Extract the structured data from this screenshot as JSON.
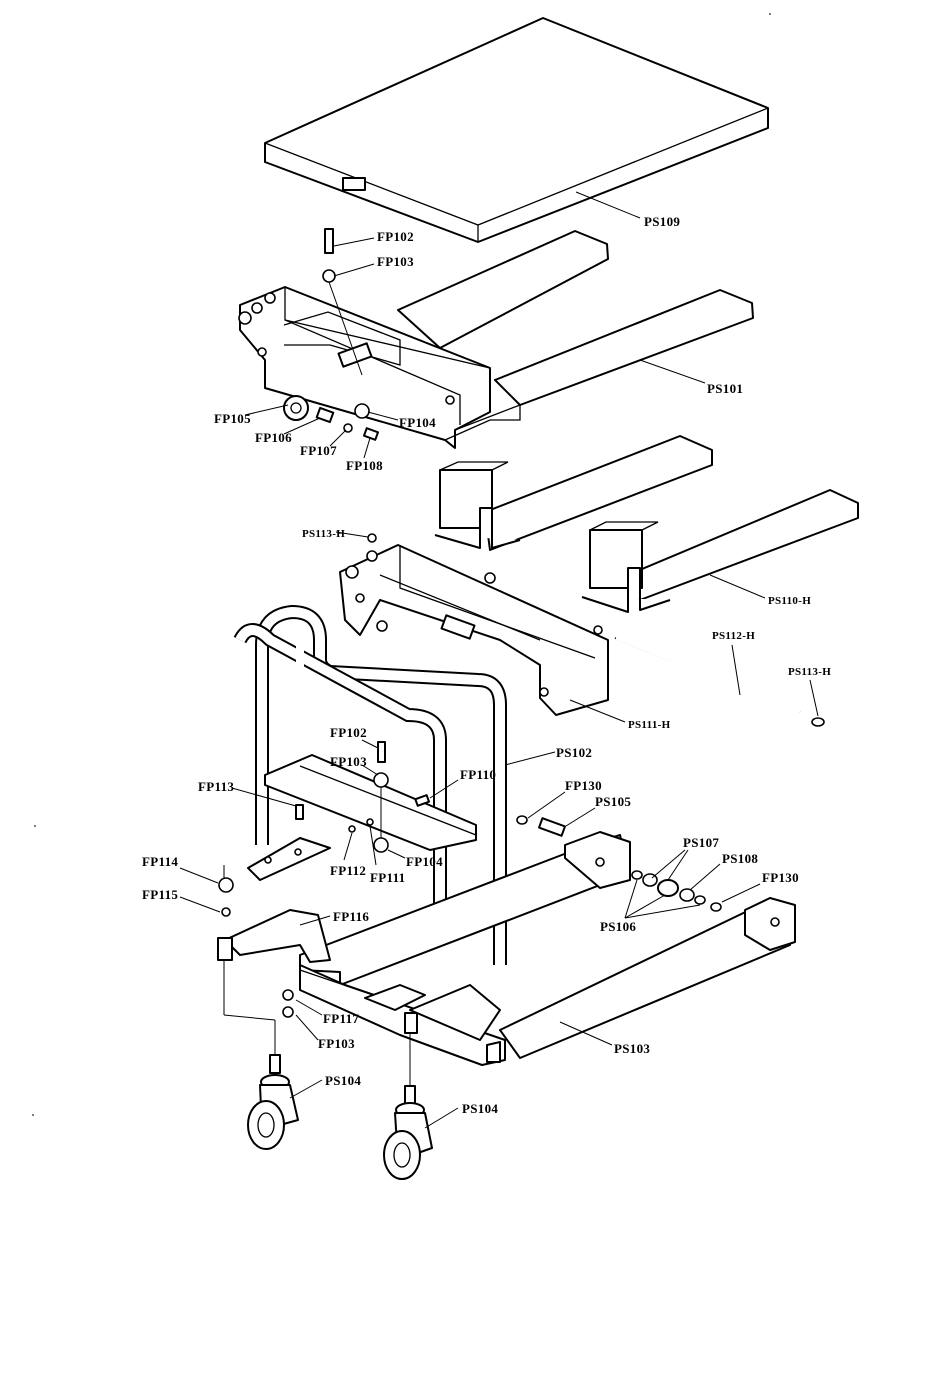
{
  "labels": {
    "PS109": "PS109",
    "FP102a": "FP102",
    "FP103a": "FP103",
    "PS101": "PS101",
    "FP104a": "FP104",
    "FP105": "FP105",
    "FP106": "FP106",
    "FP107": "FP107",
    "FP108": "FP108",
    "PS113a": "PS113-H",
    "PS110": "PS110-H",
    "PS112": "PS112-H",
    "PS113b": "PS113-H",
    "PS111": "PS111-H",
    "PS102": "PS102",
    "FP102b": "FP102",
    "FP103b": "FP103",
    "FP110": "FP110",
    "FP113": "FP113",
    "FP130a": "FP130",
    "PS105": "PS105",
    "FP112": "FP112",
    "FP111": "FP111",
    "FP104b": "FP104",
    "PS107": "PS107",
    "PS108": "PS108",
    "FP130b": "FP130",
    "FP114": "FP114",
    "FP115": "FP115",
    "FP116": "FP116",
    "PS106": "PS106",
    "FP117": "FP117",
    "FP103c": "FP103",
    "PS103": "PS103",
    "PS104a": "PS104",
    "PS104b": "PS104"
  }
}
